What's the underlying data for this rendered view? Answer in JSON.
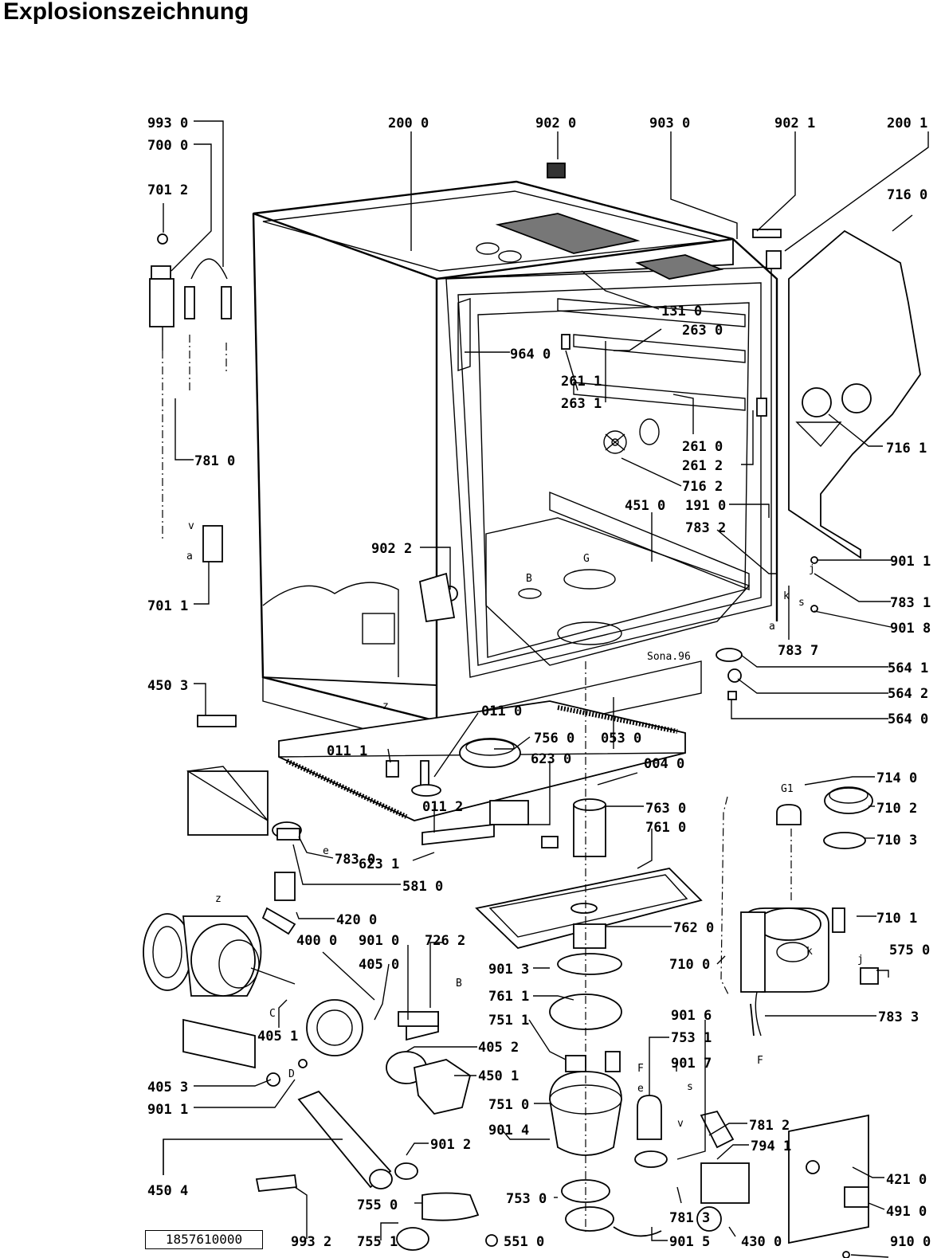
{
  "title": "Explosionszeichnung",
  "doc_number": "1857610000",
  "callouts": [
    "993 0",
    "700 0",
    "701 2",
    "200 0",
    "902 0",
    "903 0",
    "902 1",
    "200 1",
    "716 0",
    "131 0",
    "263 0",
    "964 0",
    "261 1",
    "263 1",
    "261 0",
    "261 2",
    "716 1",
    "716 2",
    "451 0",
    "191 0",
    "783 2",
    "901 1",
    "783 1",
    "901 8",
    "783 7",
    "781 0",
    "701 1",
    "902 2",
    "564 1",
    "564 2",
    "564 0",
    "450 3",
    "011 0",
    "011 1",
    "756 0",
    "053 0",
    "623 0",
    "004 0",
    "714 0",
    "710 2",
    "710 3",
    "763 0",
    "761 0",
    "011 2",
    "783 0",
    "623 1",
    "581 0",
    "710 1",
    "420 0",
    "762 0",
    "400 0",
    "901 0",
    "726 2",
    "405 0",
    "710 0",
    "575 0",
    "901 3",
    "761 1",
    "751 1",
    "405 1",
    "405 2",
    "783 3",
    "901 6",
    "753 1",
    "901 7",
    "450 1",
    "405 3",
    "751 0",
    "901 1",
    "901 4",
    "781 2",
    "901 2",
    "794 1",
    "450 4",
    "421 0",
    "755 0",
    "753 0",
    "781 3",
    "491 0",
    "755 1",
    "551 0",
    "901 5",
    "430 0",
    "910 0",
    "993 2"
  ],
  "markers": [
    "a",
    "k",
    "s",
    "j",
    "v",
    "z",
    "B",
    "G",
    "C",
    "D",
    "F",
    "e",
    "G1"
  ],
  "stamp_text": "Sona.96"
}
